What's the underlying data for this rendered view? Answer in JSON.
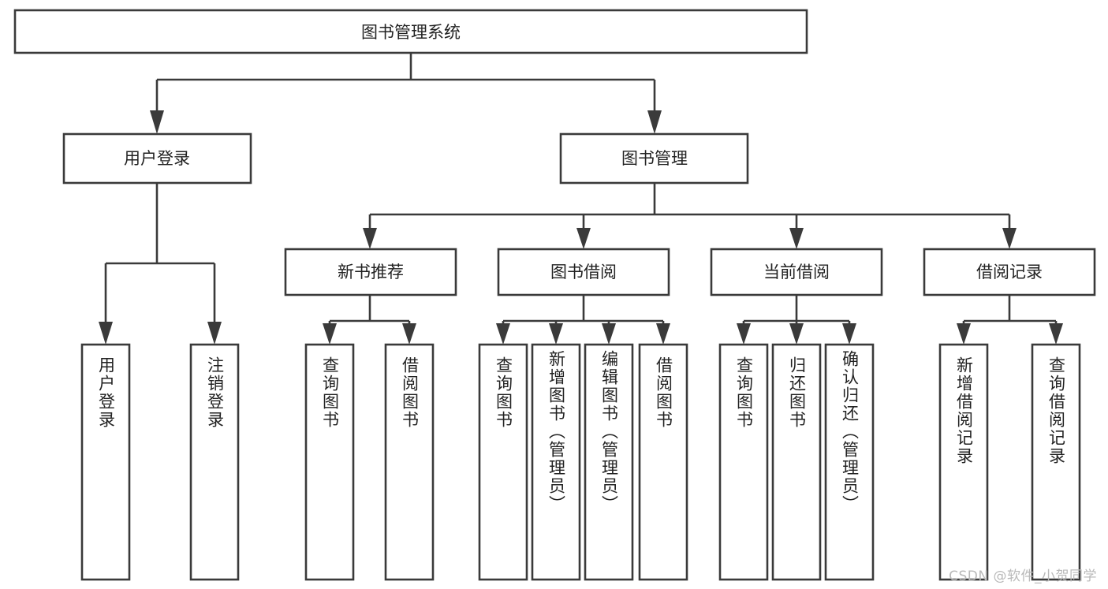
{
  "diagram": {
    "type": "tree",
    "title": "图书管理系统",
    "orientation": "top-down",
    "colors": {
      "stroke": "#3a3a3a",
      "box_fill": "#ffffff",
      "text": "#222222",
      "background": "#ffffff",
      "watermark": "#b9b9b9"
    },
    "root": {
      "label": "图书管理系统"
    },
    "level2": [
      {
        "id": "user-login",
        "label": "用户登录"
      },
      {
        "id": "book-manage",
        "label": "图书管理"
      }
    ],
    "level3": [
      {
        "id": "new-book-recommend",
        "label": "新书推荐"
      },
      {
        "id": "book-borrow",
        "label": "图书借阅"
      },
      {
        "id": "current-borrow",
        "label": "当前借阅"
      },
      {
        "id": "borrow-record",
        "label": "借阅记录"
      }
    ],
    "leaves": {
      "user-login": [
        {
          "id": "leaf-user-login",
          "label": "用户登录"
        },
        {
          "id": "leaf-logout-login",
          "label": "注销登录"
        }
      ],
      "new-book-recommend": [
        {
          "id": "leaf-query-book-1",
          "label": "查询图书"
        },
        {
          "id": "leaf-borrow-book-1",
          "label": "借阅图书"
        }
      ],
      "book-borrow": [
        {
          "id": "leaf-query-book-2",
          "label": "查询图书"
        },
        {
          "id": "leaf-add-book",
          "label": "新增图书（管理员）"
        },
        {
          "id": "leaf-edit-book",
          "label": "编辑图书（管理员）"
        },
        {
          "id": "leaf-borrow-book-2",
          "label": "借阅图书"
        }
      ],
      "current-borrow": [
        {
          "id": "leaf-query-book-3",
          "label": "查询图书"
        },
        {
          "id": "leaf-return-book",
          "label": "归还图书"
        },
        {
          "id": "leaf-confirm-return",
          "label": "确认归还（管理员）"
        }
      ],
      "borrow-record": [
        {
          "id": "leaf-add-record",
          "label": "新增借阅记录"
        },
        {
          "id": "leaf-query-record",
          "label": "查询借阅记录"
        }
      ]
    }
  },
  "watermark": {
    "text": "CSDN @软件_小贺同学"
  }
}
